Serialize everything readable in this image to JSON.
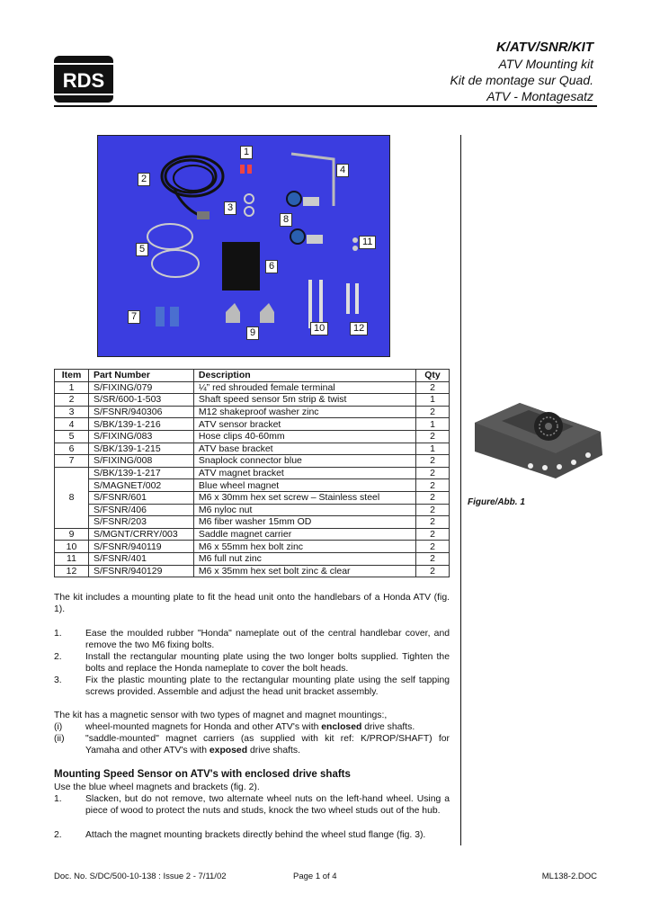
{
  "header": {
    "logo_text": "RDS",
    "code": "K/ATV/SNR/KIT",
    "title_en": "ATV Mounting kit",
    "title_fr": "Kit de montage sur Quad.",
    "title_de": "ATV - Montagesatz"
  },
  "photo": {
    "callouts": [
      "1",
      "2",
      "3",
      "4",
      "5",
      "6",
      "7",
      "8",
      "9",
      "10",
      "11",
      "12"
    ]
  },
  "table": {
    "headers": {
      "item": "Item",
      "part": "Part Number",
      "desc": "Description",
      "qty": "Qty"
    },
    "rows": [
      {
        "item": "1",
        "part": "S/FIXING/079",
        "desc": "¼” red shrouded female terminal",
        "qty": "2"
      },
      {
        "item": "2",
        "part": "S/SR/600-1-503",
        "desc": "Shaft speed sensor 5m strip & twist",
        "qty": "1"
      },
      {
        "item": "3",
        "part": "S/FSNR/940306",
        "desc": "M12 shakeproof washer zinc",
        "qty": "2"
      },
      {
        "item": "4",
        "part": "S/BK/139-1-216",
        "desc": "ATV sensor bracket",
        "qty": "1"
      },
      {
        "item": "5",
        "part": "S/FIXING/083",
        "desc": "Hose clips 40-60mm",
        "qty": "2"
      },
      {
        "item": "6",
        "part": "S/BK/139-1-215",
        "desc": "ATV base bracket",
        "qty": "1"
      },
      {
        "item": "7",
        "part": "S/FIXING/008",
        "desc": "Snaplock connector blue",
        "qty": "2"
      },
      {
        "item": "8",
        "part": "S/BK/139-1-217",
        "desc": "ATV magnet bracket",
        "qty": "2"
      },
      {
        "item": "",
        "part": "S/MAGNET/002",
        "desc": "Blue wheel magnet",
        "qty": "2"
      },
      {
        "item": "",
        "part": "S/FSNR/601",
        "desc": "M6 x 30mm hex set screw – Stainless steel",
        "qty": "2"
      },
      {
        "item": "",
        "part": "S/FSNR/406",
        "desc": "M6 nyloc nut",
        "qty": "2"
      },
      {
        "item": "",
        "part": "S/FSNR/203",
        "desc": "M6 fiber washer 15mm OD",
        "qty": "2"
      },
      {
        "item": "9",
        "part": "S/MGNT/CRRY/003",
        "desc": "Saddle magnet carrier",
        "qty": "2"
      },
      {
        "item": "10",
        "part": "S/FSNR/940119",
        "desc": "M6 x 55mm hex bolt zinc",
        "qty": "2"
      },
      {
        "item": "11",
        "part": "S/FSNR/401",
        "desc": "M6 full nut zinc",
        "qty": "2"
      },
      {
        "item": "12",
        "part": "S/FSNR/940129",
        "desc": "M6 x 35mm hex set bolt zinc & clear",
        "qty": "2"
      }
    ]
  },
  "body": {
    "intro": "The kit includes a mounting plate to fit the head unit onto the handlebars of a Honda ATV (fig. 1).",
    "steps": [
      {
        "n": "1.",
        "t": "Ease the moulded rubber \"Honda\" nameplate out of the central handlebar cover, and remove the two M6 fixing bolts."
      },
      {
        "n": "2.",
        "t": "Install the rectangular mounting plate using the two longer bolts supplied. Tighten the bolts and replace the Honda nameplate to cover the bolt heads."
      },
      {
        "n": "3.",
        "t": "Fix the plastic mounting plate to the rectangular mounting plate using the self tapping screws provided. Assemble and adjust the head unit bracket assembly."
      }
    ],
    "magnet_intro": "The kit has a magnetic sensor with two types of magnet and magnet mountings:,",
    "magnet_i_n": "(i)",
    "magnet_i_a": "wheel-mounted magnets for Honda and other ATV's with ",
    "magnet_i_b": "enclosed",
    "magnet_i_c": " drive shafts.",
    "magnet_ii_n": "(ii)",
    "magnet_ii_a": "\"saddle-mounted\" magnet carriers (as supplied with kit ref: K/PROP/SHAFT) for Yamaha and other ATV's with ",
    "magnet_ii_b": "exposed",
    "magnet_ii_c": " drive shafts.",
    "section_title": "Mounting Speed Sensor on ATV's with enclosed drive shafts",
    "section_intro": "Use the blue wheel magnets and brackets (fig. 2).",
    "section_steps": [
      {
        "n": "1.",
        "t": "Slacken, but do not remove, two alternate wheel nuts on the left-hand wheel. Using a piece of wood to protect the nuts and studs, knock the two wheel studs out of the hub."
      },
      {
        "n": "2.",
        "t": "Attach the magnet mounting brackets directly behind the wheel stud flange (fig. 3)."
      }
    ]
  },
  "figure": {
    "caption": "Figure/Abb. 1"
  },
  "footer": {
    "doc": "Doc. No. S/DC/500-10-138 : Issue 2  -  7/11/02",
    "page": "Page 1 of 4",
    "file": "ML138-2.DOC"
  }
}
